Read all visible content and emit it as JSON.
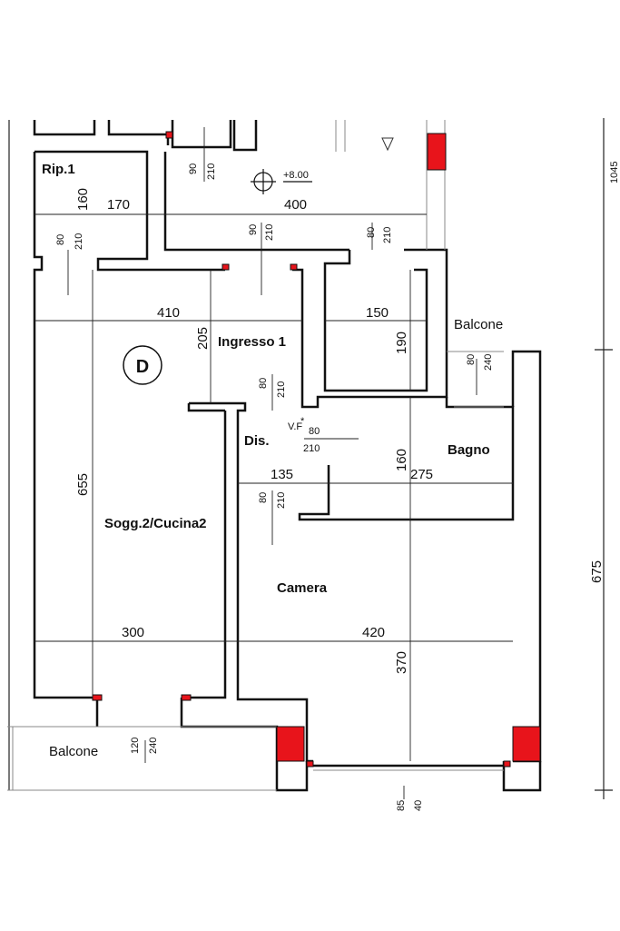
{
  "rooms": {
    "rip": "Rip.1",
    "ingresso": "Ingresso 1",
    "dis": "Dis.",
    "bagno": "Bagno",
    "soggiorno": "Sogg.2/Cucina2",
    "camera": "Camera",
    "balcone_right": "Balcone",
    "balcone_left": "Balcone"
  },
  "unit_marker": "D",
  "elevation": "+8.00",
  "vf_label": "V.F",
  "dimensions": {
    "rip_w": "170",
    "rip_h": "160",
    "landing_w": "400",
    "ing_w": "410",
    "ing_h": "205",
    "closet_w": "150",
    "closet_h": "190",
    "bagno_w": "275",
    "bagno_h": "160",
    "dis_w": "135",
    "sogg_h": "655",
    "sogg_w": "300",
    "camera_w": "420",
    "camera_h": "370",
    "right_total": "675",
    "right_partial": "1045"
  },
  "doors": {
    "d1": [
      "90",
      "210"
    ],
    "d2": [
      "80",
      "210"
    ],
    "d3": [
      "90",
      "210"
    ],
    "d4": [
      "80",
      "210"
    ],
    "d5": [
      "80",
      "240"
    ],
    "d6": [
      "80",
      "210"
    ],
    "d7": [
      "80",
      "210"
    ],
    "d8": [
      "80",
      "210"
    ],
    "d9": [
      "120",
      "240"
    ],
    "d10": [
      "85",
      "40"
    ]
  }
}
